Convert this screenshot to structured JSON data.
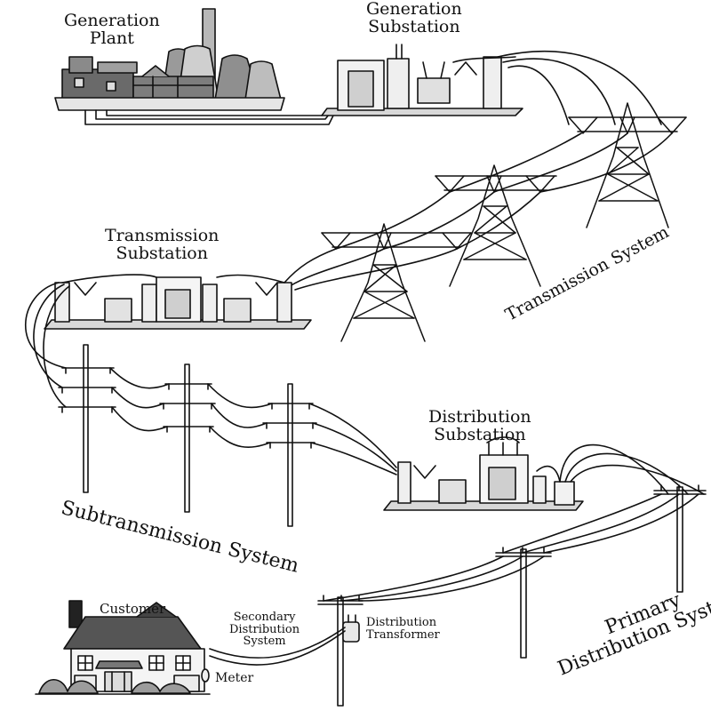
{
  "labels": {
    "generation_plant": [
      "Generation",
      "Plant"
    ],
    "generation_substation": [
      "Generation",
      "Substation"
    ],
    "transmission_substation": [
      "Transmission",
      "Substation"
    ],
    "transmission_system": "Transmission System",
    "distribution_substation": [
      "Distribution",
      "Substation"
    ],
    "subtransmission_system": "Subtransmission System",
    "primary_distribution_system": [
      "Primary",
      "Distribution System"
    ],
    "customer": "Customer",
    "secondary_distribution_system": [
      "Secondary",
      "Distribution",
      "System"
    ],
    "distribution_transformer": [
      "Distribution",
      "Transformer"
    ],
    "meter": "Meter"
  }
}
